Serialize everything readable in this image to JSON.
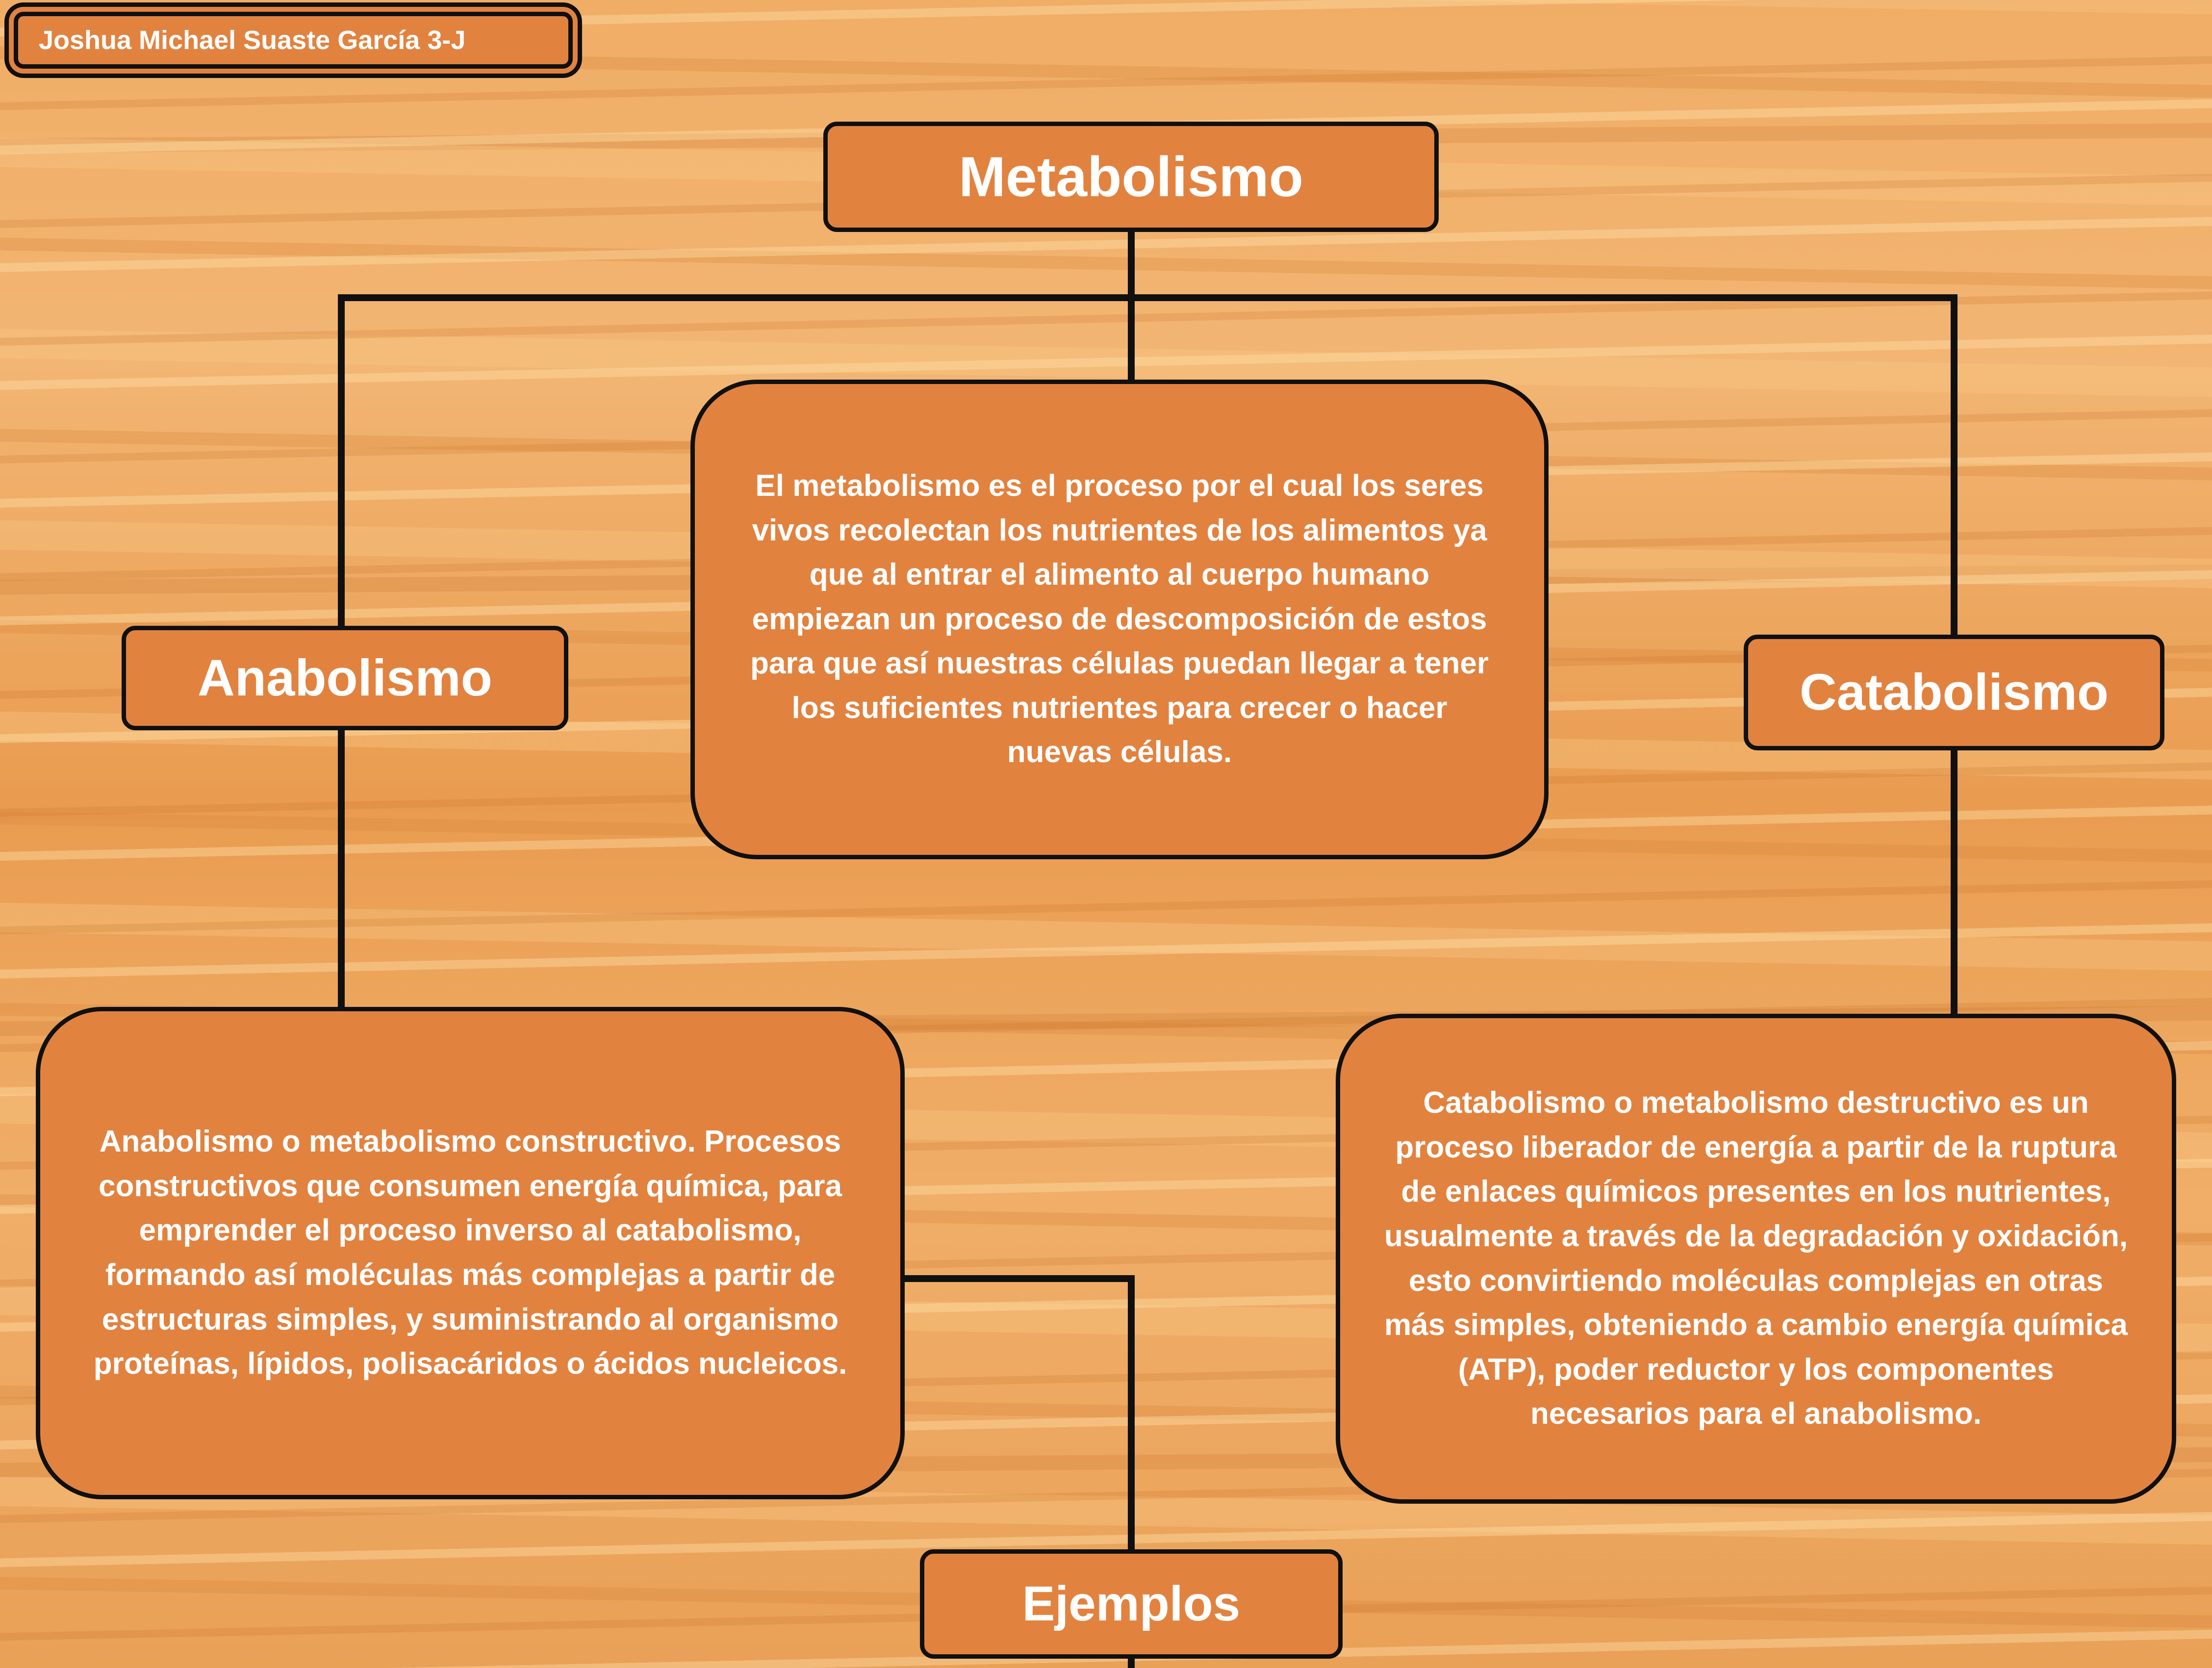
{
  "author": "Joshua Michael Suaste García 3-J",
  "diagram": {
    "root": {
      "label": "Metabolismo",
      "description": "El metabolismo es el proceso por el cual los seres vivos recolectan los nutrientes de los alimentos ya que al entrar el alimento al cuerpo humano empiezan un proceso de descomposición de estos para que así nuestras células puedan llegar a tener los suficientes nutrientes para crecer o hacer nuevas células."
    },
    "anabolismo": {
      "label": "Anabolismo",
      "description": "Anabolismo o metabolismo constructivo. Procesos constructivos que consumen energía química, para emprender el proceso inverso al catabolismo, formando así moléculas más complejas a partir de estructuras simples, y suministrando al organismo proteínas, lípidos, polisacáridos o ácidos nucleicos."
    },
    "catabolismo": {
      "label": "Catabolismo",
      "description": "Catabolismo o metabolismo destructivo es un proceso liberador de energía a partir de la ruptura de enlaces químicos presentes en los nutrientes, usualmente a través de la degradación y oxidación, esto convirtiendo moléculas complejas en otras más simples, obteniendo a cambio energía química (ATP), poder reductor y los componentes necesarios para el anabolismo."
    },
    "ejemplos": {
      "label": "Ejemplos"
    }
  },
  "colors": {
    "node_fill": "#e2823f",
    "node_border": "#101010",
    "node_text": "#ffffff",
    "background_wood": "#eaa55e"
  }
}
